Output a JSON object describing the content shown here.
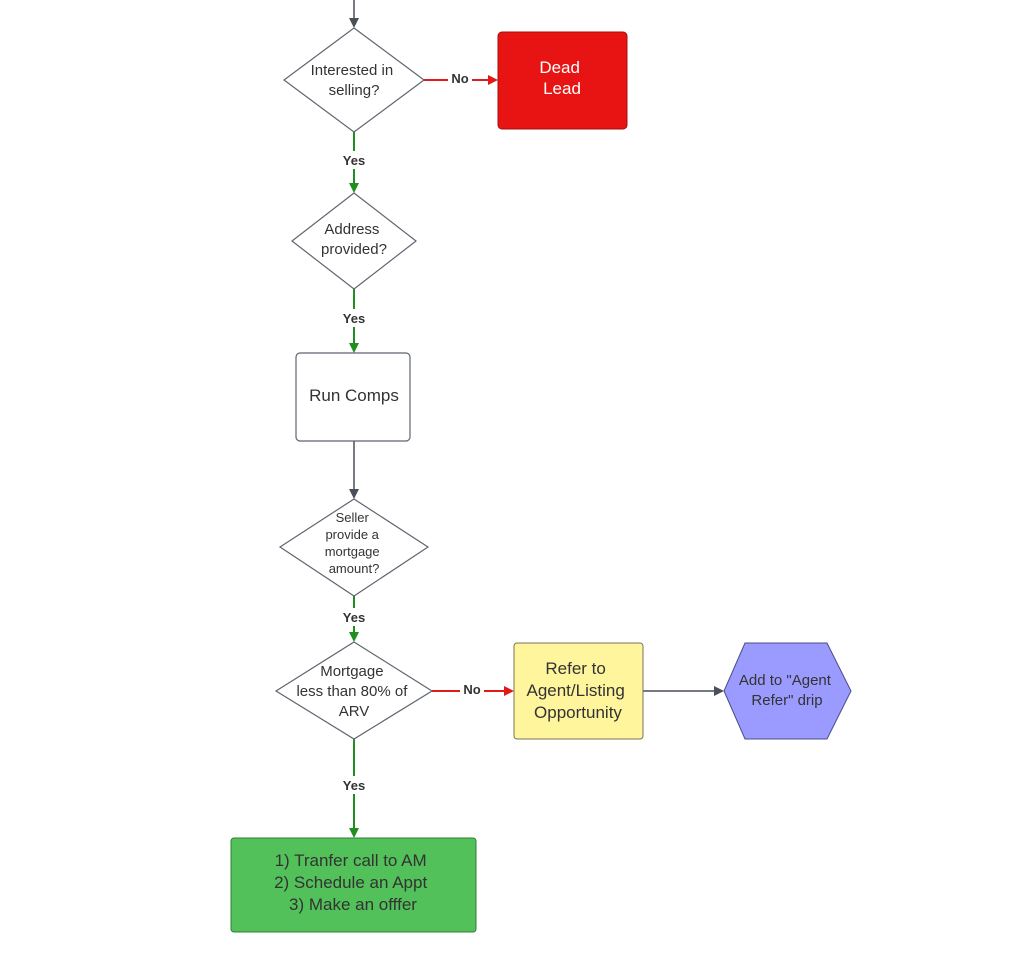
{
  "nodes": {
    "interested": {
      "lines": [
        "Interested in",
        "selling?"
      ]
    },
    "dead_lead": {
      "lines": [
        "Dead",
        "Lead"
      ]
    },
    "address": {
      "lines": [
        "Address",
        "provided?"
      ]
    },
    "run_comps": {
      "lines": [
        "Run Comps"
      ]
    },
    "seller_mortgage": {
      "lines": [
        "Seller",
        "provide a",
        "mortgage",
        "amount?"
      ]
    },
    "mortgage_ltv": {
      "lines": [
        "Mortgage",
        "less than 80% of",
        "ARV"
      ]
    },
    "refer_agent": {
      "lines": [
        "Refer to",
        "Agent/Listing",
        "Opportunity"
      ]
    },
    "agent_drip": {
      "lines": [
        "Add to \"Agent",
        "Refer\" drip"
      ]
    },
    "final_actions": {
      "lines": [
        "1) Tranfer call to AM",
        "2) Schedule an Appt",
        "3) Make an offfer"
      ]
    }
  },
  "edges": {
    "interested_no": "No",
    "interested_yes": "Yes",
    "address_yes": "Yes",
    "seller_yes": "Yes",
    "mortgage_no": "No",
    "mortgage_yes": "Yes"
  },
  "colors": {
    "yes_edge": "#1f8f1f",
    "no_edge": "#e01919",
    "neutral_edge": "#4a4f5a",
    "dead_lead_fill": "#e81313",
    "refer_fill": "#fff59d",
    "drip_fill": "#9b9bff",
    "final_fill": "#52c15a",
    "node_stroke": "#5f6570"
  }
}
